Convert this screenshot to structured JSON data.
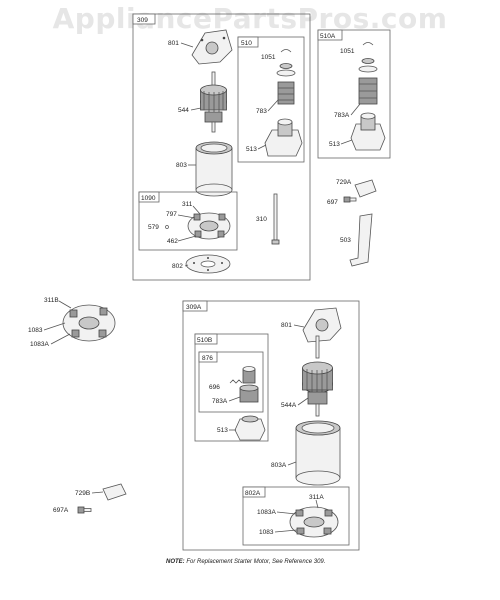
{
  "watermark": "AppliancePartsPros.com",
  "note": {
    "prefix": "NOTE:",
    "text": "For Replacement Starter Motor, See Reference 309."
  },
  "groups": {
    "g309": "309",
    "g510": "510",
    "g510a": "510A",
    "g1090": "1090",
    "g309a": "309A",
    "g510b": "510B",
    "g876": "876",
    "g802a": "802A"
  },
  "labels": {
    "p801": "801",
    "p544": "544",
    "p803": "803",
    "p1051": "1051",
    "p783": "783",
    "p513": "513",
    "p1051b": "1051",
    "p783a": "783A",
    "p513b": "513",
    "p311": "311",
    "p797": "797",
    "p579": "579",
    "p462": "462",
    "p310": "310",
    "p802": "802",
    "p729a": "729A",
    "p697": "697",
    "p503": "503",
    "p311b": "311B",
    "p1083": "1083",
    "p1083a": "1083A",
    "p801b": "801",
    "p696": "696",
    "p783a2": "783A",
    "p544a": "544A",
    "p513c": "513",
    "p803a": "803A",
    "p311a": "311A",
    "p1083a2": "1083A",
    "p1083b": "1083",
    "p729b": "729B",
    "p697a": "697A"
  }
}
